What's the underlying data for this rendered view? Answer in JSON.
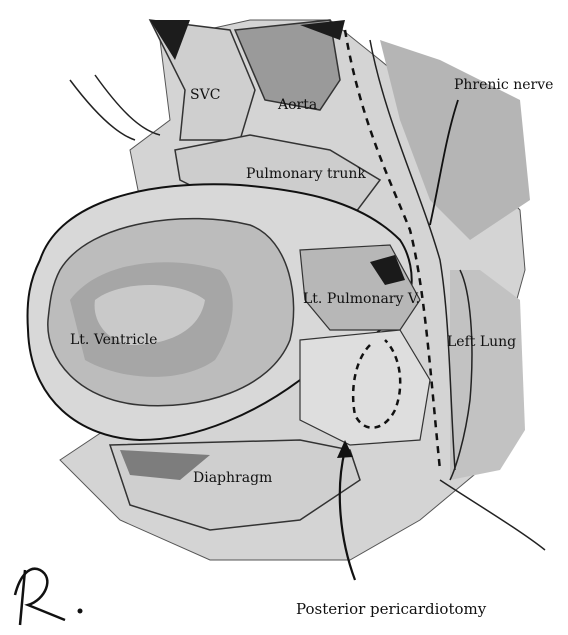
{
  "labels": {
    "svc": "SVC",
    "aorta": "Aorta",
    "phrenic_nerve": "Phrenic nerve",
    "pulmonary_trunk": "Pulmonary trunk",
    "lt_pulmonary_v": "Lt. Pulmonary V.",
    "lt_ventricle": "Lt. Ventricle",
    "left_lung": "Left Lung",
    "diaphragm": "Diaphragm",
    "posterior_pericardiotomy": "Posterior pericardiotomy"
  },
  "signature": "R."
}
